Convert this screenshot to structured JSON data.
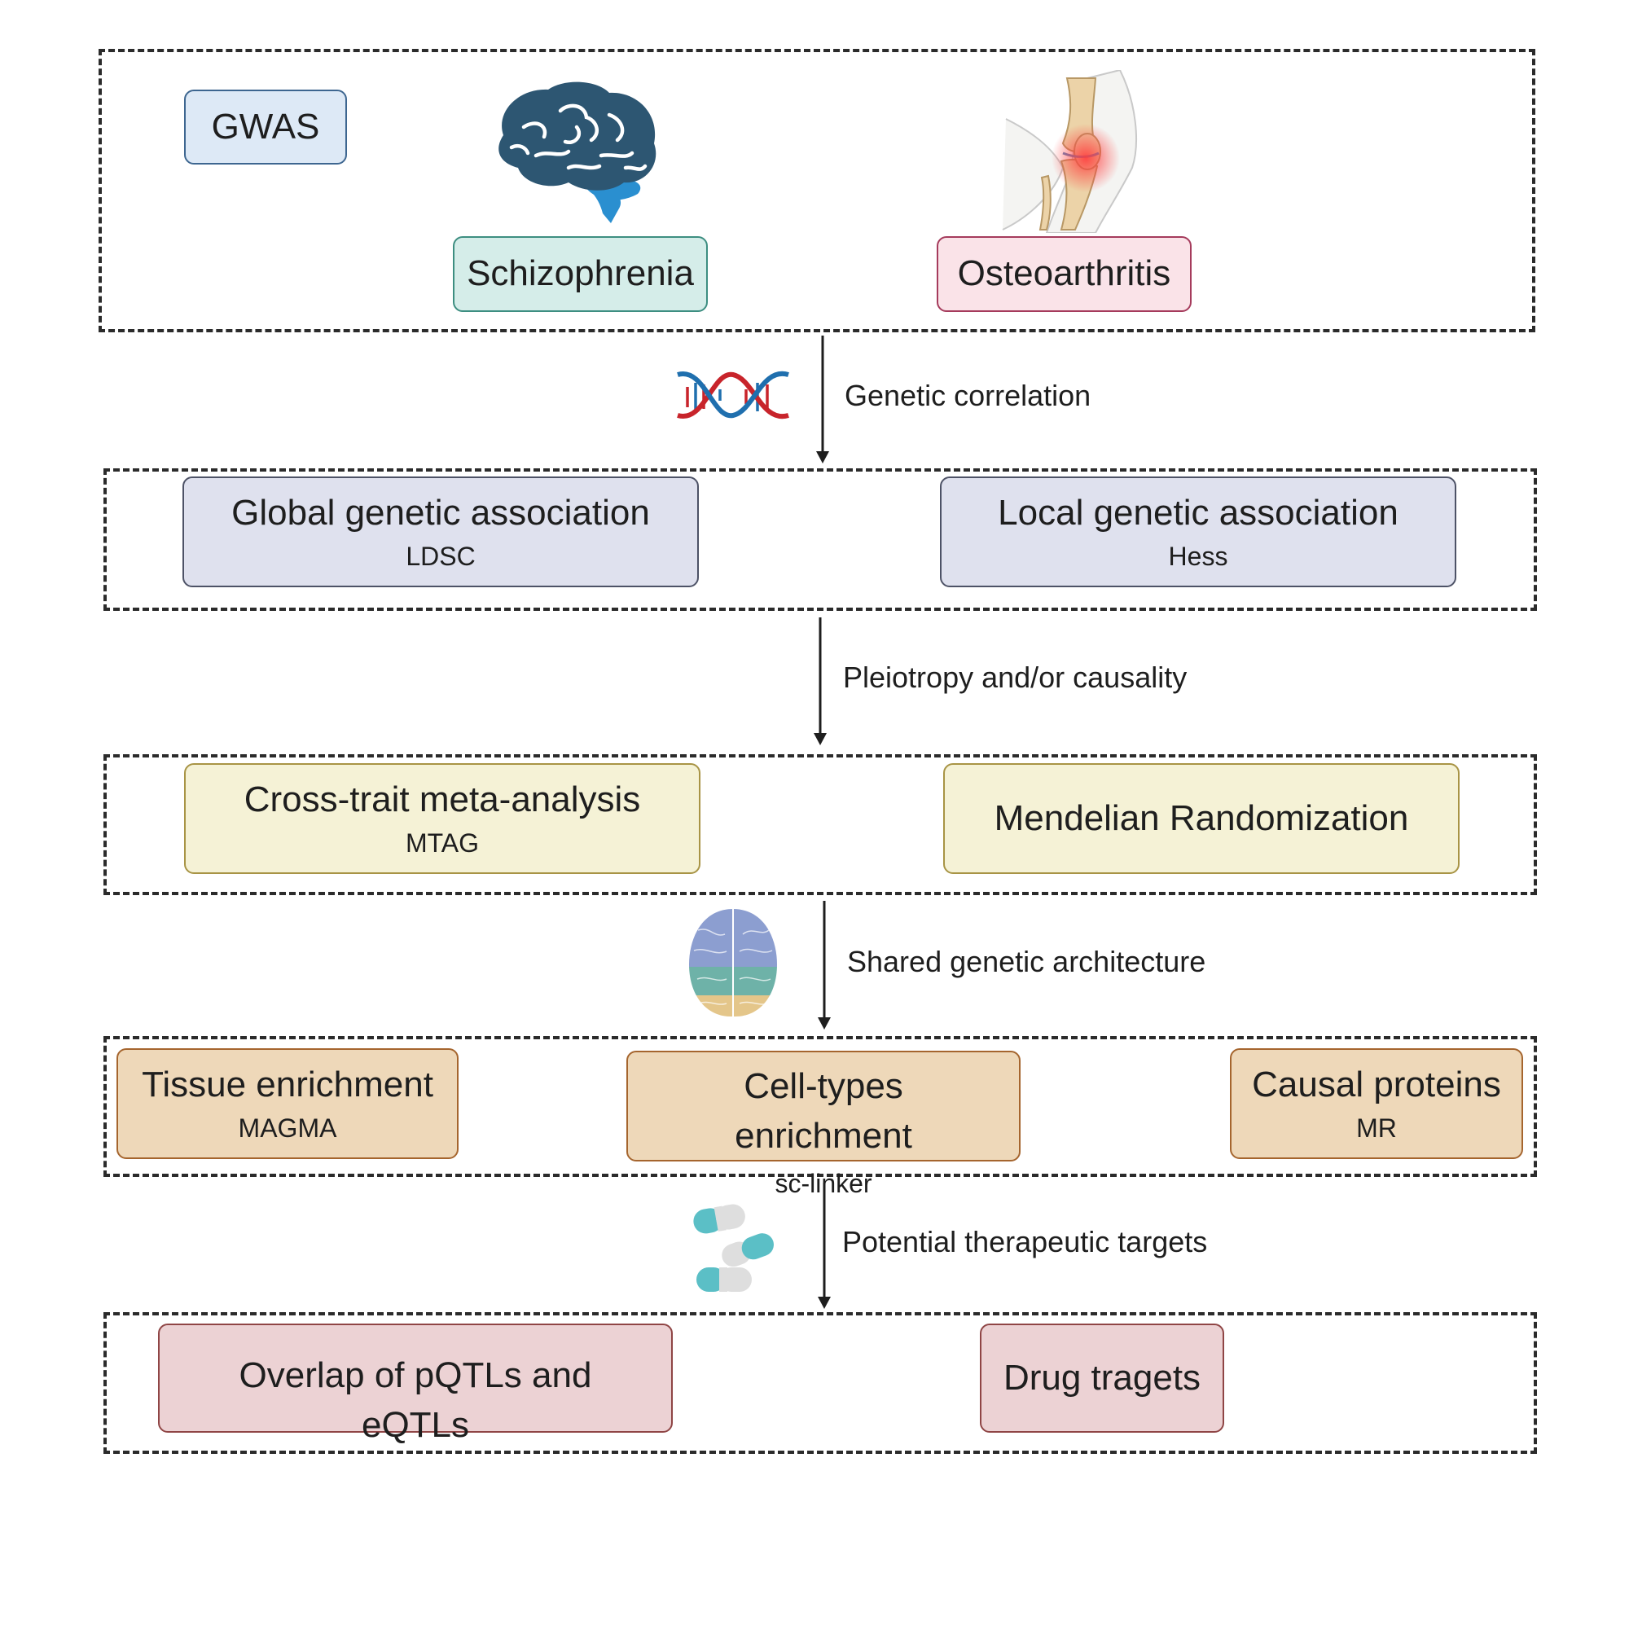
{
  "section1": {
    "gwas_label": "GWAS",
    "schizophrenia_label": "Schizophrenia",
    "osteoarthritis_label": "Osteoarthritis"
  },
  "arrow1_label": "Genetic correlation",
  "section2": {
    "global_title": "Global genetic association",
    "global_method": "LDSC",
    "local_title": "Local genetic association",
    "local_method": "Hess"
  },
  "arrow2_label": "Pleiotropy and/or causality",
  "section3": {
    "crosstrait_title": "Cross-trait meta-analysis",
    "crosstrait_method": "MTAG",
    "mr_title": "Mendelian Randomization"
  },
  "arrow3_label": "Shared genetic architecture",
  "section4": {
    "tissue_title": "Tissue enrichment",
    "tissue_method": "MAGMA",
    "celltypes_title_line1": "Cell-types",
    "celltypes_title_line2": "enrichment",
    "celltypes_method": "sc-linker",
    "causal_title": "Causal proteins",
    "causal_method": "MR"
  },
  "arrow4_label": "Potential therapeutic targets",
  "section5": {
    "overlap_line1": "Overlap of pQTLs and",
    "overlap_line2": "eQTLs",
    "drug_label": "Drug tragets"
  },
  "colors": {
    "blue_fill": "#dde9f6",
    "teal_fill": "#d5ede9",
    "pink_fill": "#fae3e8",
    "lavender_fill": "#dfe1ee",
    "yellow_fill": "#f5f2d6",
    "tan_fill": "#eed8b9",
    "rose_fill": "#ecd2d4"
  },
  "icons": [
    "brain-icon",
    "knee-joint-icon",
    "dna-helix-icon",
    "brain-top-view-icon",
    "pills-icon"
  ]
}
